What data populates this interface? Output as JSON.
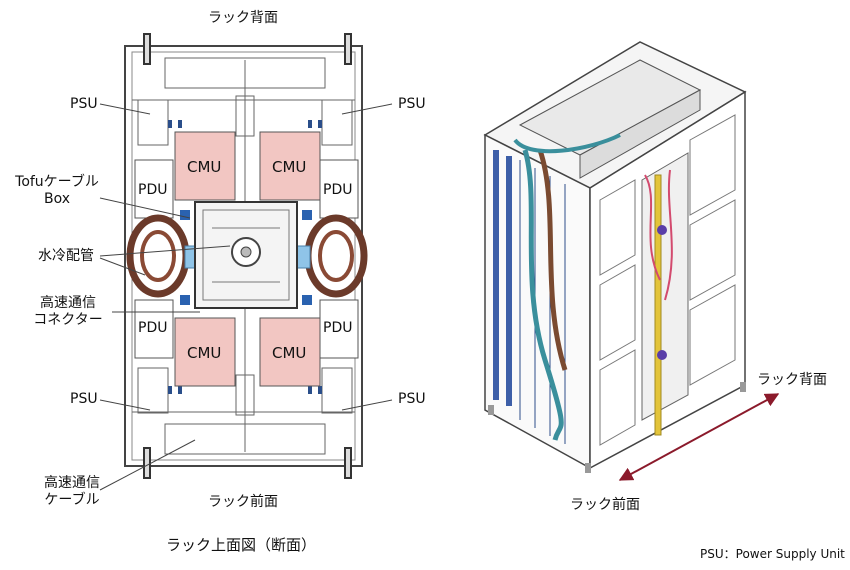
{
  "top_view": {
    "rear_label": "ラック背面",
    "front_label": "ラック前面",
    "caption": "ラック上面図（断面）",
    "callouts": {
      "psu": "PSU",
      "tofu_line1": "Tofuケーブル",
      "tofu_line2": "Box",
      "water": "水冷配管",
      "conn_line1": "高速通信",
      "conn_line2": "コネクター",
      "cable_line1": "高速通信",
      "cable_line2": "ケーブル"
    },
    "blocks": {
      "cmu": "CMU",
      "pdu": "PDU"
    },
    "colors": {
      "cmu_fill": "#f2c6c2",
      "pipe_blue": "#8fc4e8",
      "pipe_brown": "#6b3a2a"
    }
  },
  "iso_view": {
    "rear_label": "ラック背面",
    "front_label": "ラック前面",
    "arrow_color": "#8b1a2b"
  },
  "footnote": "PSU：Power Supply Unit"
}
